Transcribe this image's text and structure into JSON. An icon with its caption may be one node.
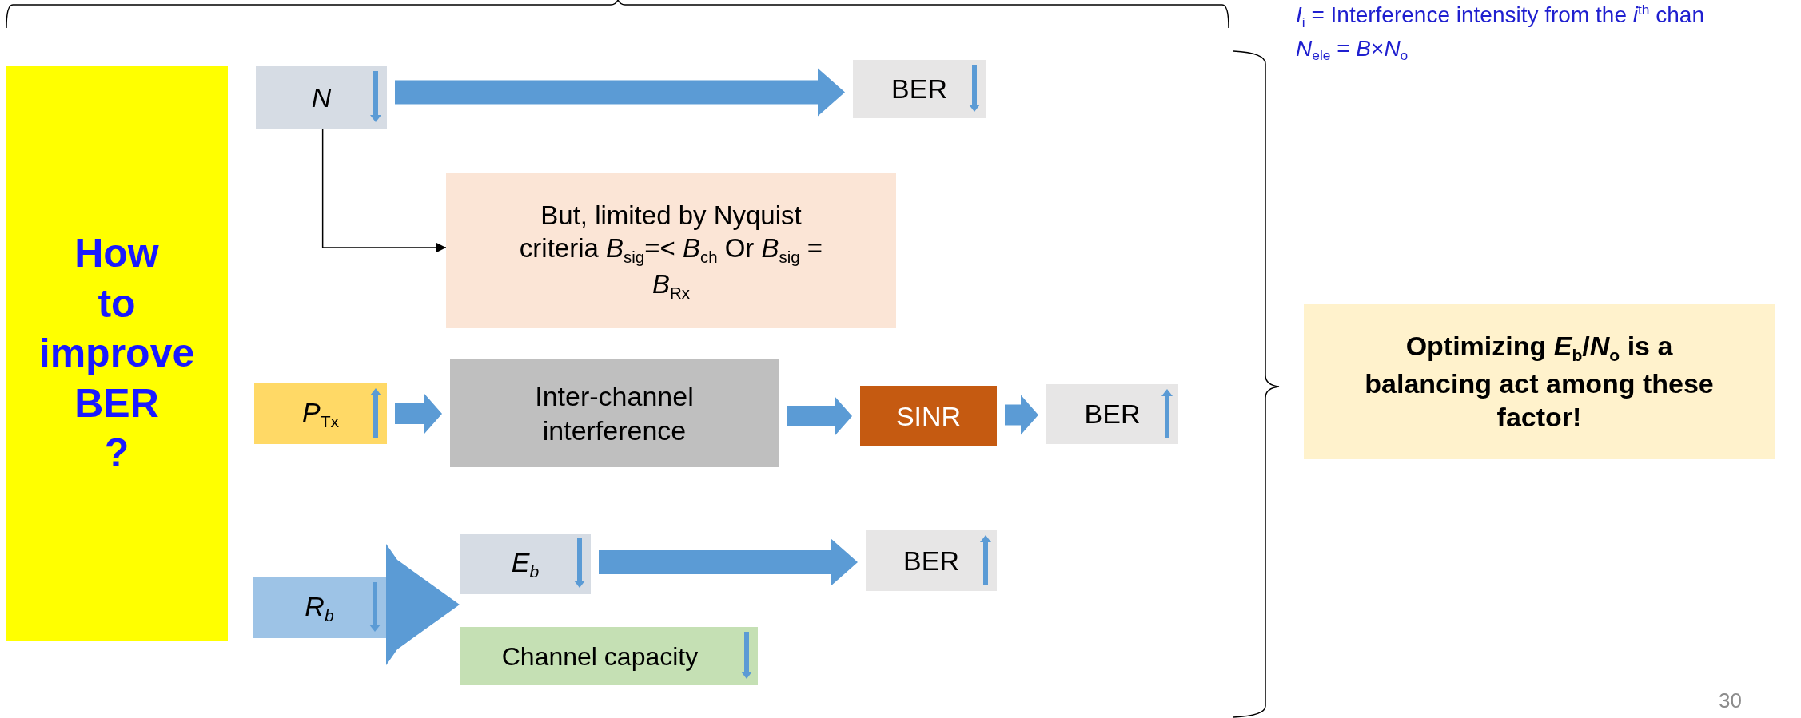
{
  "diagram": {
    "nodes": [
      {
        "text": [
          "How to improve BER ?"
        ]
      },
      {
        "text": [
          "N"
        ]
      },
      {
        "text": [
          "BER"
        ]
      },
      {
        "text": [
          "But, limited by Nyquist criteria *B*$_{sig}$=< *B*$_{ch}$ Or *B*$_{sig}$ = *B*$_{Rx}$"
        ]
      },
      {
        "text": [
          "*P*$_{Tx}$"
        ]
      },
      {
        "text": [
          "Inter-channel interference"
        ]
      },
      {
        "text": [
          "SINR"
        ]
      },
      {
        "text": [
          "BER"
        ]
      },
      {
        "text": [
          "R$_{b}$"
        ]
      },
      {
        "text": [
          "E$_{b}$"
        ]
      },
      {
        "text": [
          "BER"
        ]
      },
      {
        "text": [
          "Channel capacity"
        ]
      },
      {
        "text": [
          "Optimizing *E*$_{b}$/*N*$_{o}$ is a balancing act among these factor!"
        ]
      }
    ],
    "edges": [
      {
        "from": 1,
        "to": 2,
        "arrow": "to",
        "style": "thick"
      },
      {
        "from": 1,
        "to": 3,
        "arrow": "to",
        "color": "#000000"
      },
      {
        "from": 4,
        "to": 5,
        "arrow": "to",
        "style": "thick"
      },
      {
        "from": 5,
        "to": 6,
        "arrow": "to",
        "style": "thick"
      },
      {
        "from": 6,
        "to": 7,
        "arrow": "to",
        "style": "thick"
      },
      {
        "from": 8,
        "to": 9,
        "arrow": "to",
        "style": "thick"
      },
      {
        "from": 8,
        "to": 11,
        "arrow": "to",
        "style": "thick"
      },
      {
        "from": 9,
        "to": 10,
        "arrow": "to",
        "style": "thick"
      }
    ],
    "labels": [
      "*I*$_{i}$ = Interference intensity from the *i*$^{th}$ chan",
      "*N*$_{ele}$ = *B*×*N*$_{o}$",
      "30"
    ]
  }
}
